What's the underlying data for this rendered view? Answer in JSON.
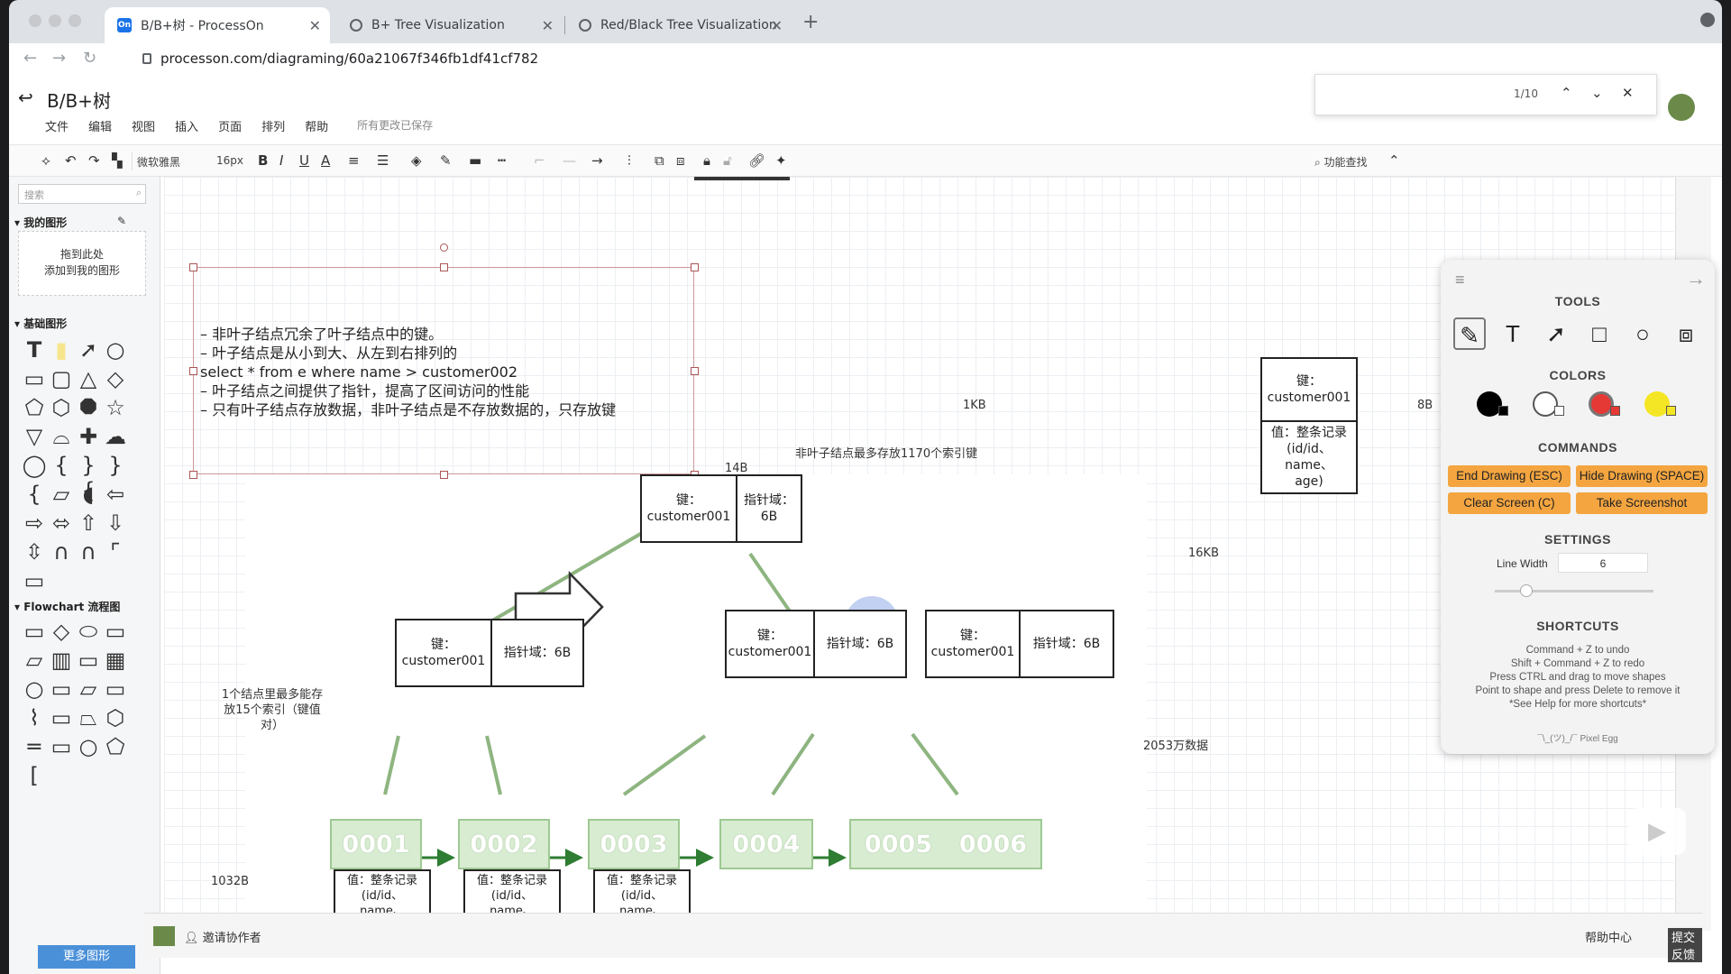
{
  "browser": {
    "tabs": [
      {
        "label": "B/B+树 - ProcessOn",
        "favicon": "On"
      },
      {
        "label": "B+ Tree Visualization"
      },
      {
        "label": "Red/Black Tree Visualization"
      }
    ],
    "url": "processon.com/diagraming/60a21067f346fb1df41cf782"
  },
  "app": {
    "title": "B/B+树",
    "menu": [
      "文件",
      "编辑",
      "视图",
      "插入",
      "页面",
      "排列",
      "帮助"
    ],
    "saved_status": "所有更改已保存",
    "font_name": "微软雅黑",
    "font_size": "16px",
    "feature_search": "功能查找",
    "find_counter": "1/10"
  },
  "left_panel": {
    "search_placeholder": "搜索",
    "my_shapes": "我的图形",
    "drop_hint_1": "拖到此处",
    "drop_hint_2": "添加到我的图形",
    "basic_shapes": "基础图形",
    "flowchart": "Flowchart 流程图",
    "more_shapes": "更多图形"
  },
  "canvas": {
    "notes": [
      "– 非叶子结点冗余了叶子结点中的键。",
      "– 叶子结点是从小到大、从左到右排列的",
      "select * from e where name > customer002",
      "– 叶子结点之间提供了指针，提高了区间访问的性能",
      "– 只有叶子结点存放数据，非叶子结点是不存放数据的，只存放键"
    ],
    "label_14b": "14B",
    "label_1kb": "1KB",
    "label_8b": "8B",
    "label_16kb": "16KB",
    "label_1032b": "1032B",
    "label_max_index": "非叶子结点最多存放1170个索引键",
    "label_leaf_capacity": "1个结点里最多能存放15个索引（键值对）",
    "label_rows": "2053万数据",
    "key_label": "键：",
    "key_value": "customer001",
    "pointer_label": "指针域：6B",
    "value_label": "值：整条记录",
    "value_detail": "(id/id、",
    "value_name": "name、",
    "value_age": "age)",
    "leaves": [
      "0001",
      "0002",
      "0003",
      "0004",
      "0005",
      "0006"
    ]
  },
  "pixel_egg": {
    "tools_title": "TOOLS",
    "colors_title": "COLORS",
    "commands_title": "COMMANDS",
    "settings_title": "SETTINGS",
    "shortcuts_title": "SHORTCUTS",
    "cmd_end": "End Drawing (ESC)",
    "cmd_hide": "Hide Drawing (SPACE)",
    "cmd_clear": "Clear Screen (C)",
    "cmd_shot": "Take Screenshot",
    "line_width_label": "Line Width",
    "line_width_value": "6",
    "shortcuts": [
      "Command + Z to undo",
      "Shift + Command + Z to redo",
      "Press CTRL and drag to move shapes",
      "Point to shape and press Delete to remove it",
      "*See Help for more shortcuts*"
    ],
    "footer": "¯\\_(ツ)_/¯ Pixel Egg",
    "colors": [
      "#000000",
      "#ffffff",
      "#e53935",
      "#f5e625"
    ]
  },
  "bottom": {
    "invite": "邀请协作者",
    "help": "帮助中心",
    "feedback": "提交反馈"
  }
}
